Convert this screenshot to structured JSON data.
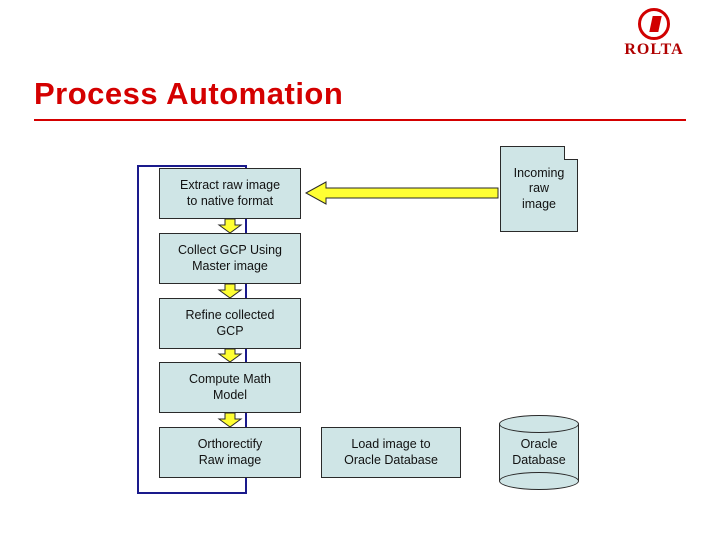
{
  "brand": {
    "logo_text": "ROLTA",
    "logo_icon": "circle-r-logo-icon",
    "accent_color": "#d40000"
  },
  "slide": {
    "title": "Process Automation"
  },
  "diagram": {
    "type": "flowchart",
    "colors": {
      "node_fill": "#cfe5e6",
      "node_stroke": "#2a2a2a",
      "arrow_fill": "#ffff33",
      "arrow_stroke": "#2a2a2a",
      "container_stroke": "#1a1a8c"
    },
    "nodes": [
      {
        "id": "incoming",
        "shape": "note",
        "label": "Incoming\nraw\nimage",
        "line1": "Incoming",
        "line2": "raw",
        "line3": "image"
      },
      {
        "id": "extract",
        "shape": "rect",
        "label": "Extract raw image\nto native format",
        "line1": "Extract raw image",
        "line2": "to native format"
      },
      {
        "id": "collect",
        "shape": "rect",
        "label": "Collect GCP Using\nMaster image",
        "line1": "Collect GCP Using",
        "line2": "Master image"
      },
      {
        "id": "refine",
        "shape": "rect",
        "label": "Refine collected\nGCP",
        "line1": "Refine collected",
        "line2": "GCP"
      },
      {
        "id": "compute",
        "shape": "rect",
        "label": "Compute Math\nModel",
        "line1": "Compute Math",
        "line2": "Model"
      },
      {
        "id": "ortho",
        "shape": "rect",
        "label": "Orthorectify\nRaw image",
        "line1": "Orthorectify",
        "line2": "Raw image"
      },
      {
        "id": "load",
        "shape": "rect",
        "label": "Load image to\nOracle Database",
        "line1": "Load image to",
        "line2": "Oracle Database"
      },
      {
        "id": "oracle",
        "shape": "cylinder",
        "label": "Oracle\nDatabase",
        "line1": "Oracle",
        "line2": "Database"
      }
    ],
    "edges": [
      {
        "from": "incoming",
        "to": "extract",
        "direction": "left"
      },
      {
        "from": "extract",
        "to": "collect",
        "direction": "down"
      },
      {
        "from": "collect",
        "to": "refine",
        "direction": "down"
      },
      {
        "from": "refine",
        "to": "compute",
        "direction": "down"
      },
      {
        "from": "compute",
        "to": "ortho",
        "direction": "down"
      }
    ]
  }
}
